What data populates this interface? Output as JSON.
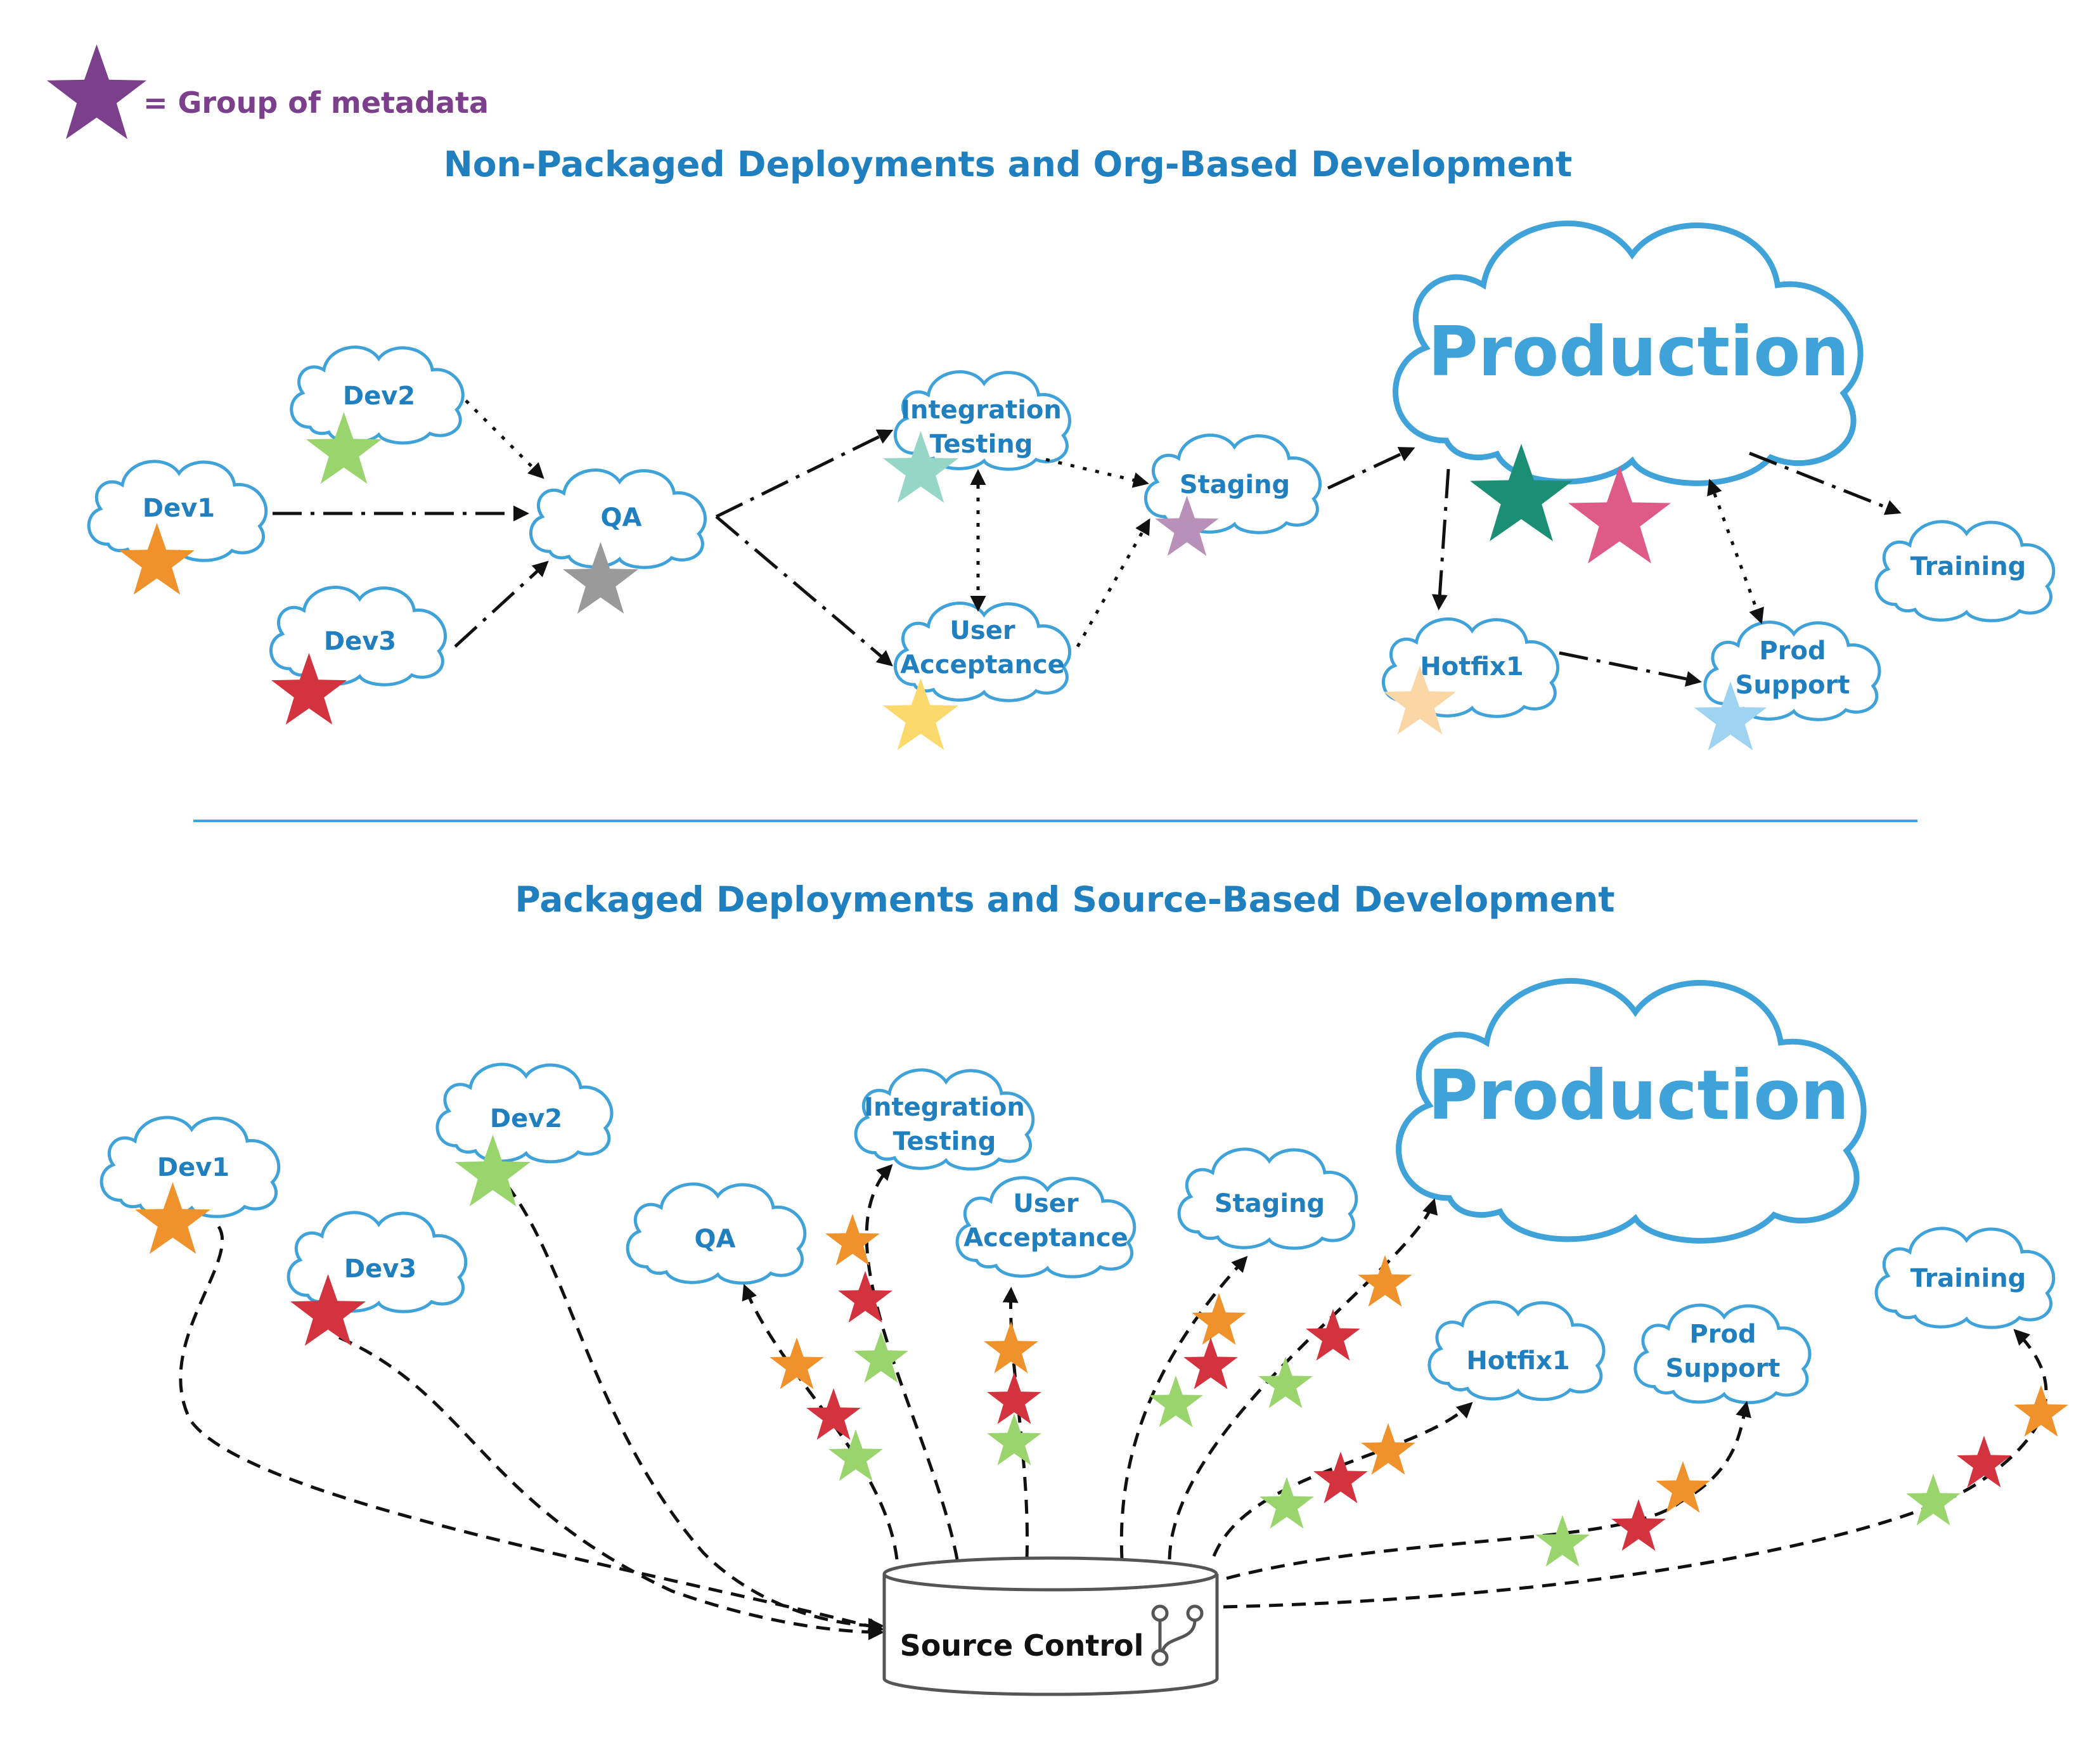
{
  "legend": {
    "text": "= Group of metadata",
    "star_color": "#7b3f8c"
  },
  "top": {
    "title": "Non-Packaged Deployments and Org-Based Development",
    "dev1": "Dev1",
    "dev2": "Dev2",
    "dev3": "Dev3",
    "qa": "QA",
    "integration_l1": "Integration",
    "integration_l2": "Testing",
    "uat_l1": "User",
    "uat_l2": "Acceptance",
    "staging": "Staging",
    "production": "Production",
    "hotfix": "Hotfix1",
    "prod_support_l1": "Prod",
    "prod_support_l2": "Support",
    "training": "Training"
  },
  "bottom": {
    "title": "Packaged Deployments and Source-Based Development",
    "dev1": "Dev1",
    "dev2": "Dev2",
    "dev3": "Dev3",
    "qa": "QA",
    "integration_l1": "Integration",
    "integration_l2": "Testing",
    "uat_l1": "User",
    "uat_l2": "Acceptance",
    "staging": "Staging",
    "production": "Production",
    "hotfix": "Hotfix1",
    "prod_support_l1": "Prod",
    "prod_support_l2": "Support",
    "training": "Training",
    "source_control": "Source Control"
  },
  "colors": {
    "cloud_stroke": "#3fa2d9",
    "label": "#1f7fbf",
    "orange": "#f0922b",
    "green": "#9ad46c",
    "red": "#d3323f",
    "gray": "#9a9a9a",
    "teal": "#96d6c7",
    "yellow": "#fcd96c",
    "mauve": "#b990b8",
    "dark_teal": "#1b8f74",
    "pink": "#de5a87",
    "peach": "#fcd7a6",
    "sky": "#9fd3f2"
  }
}
